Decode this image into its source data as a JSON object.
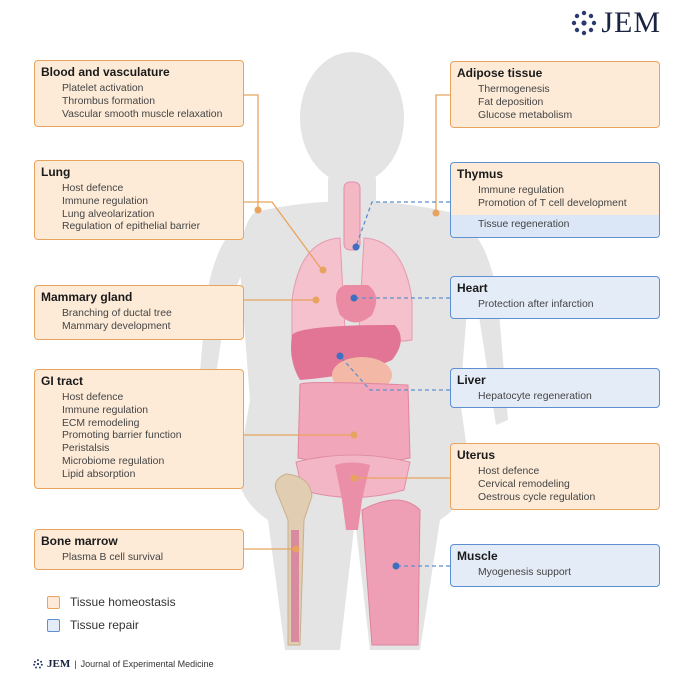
{
  "journal": {
    "logo_text": "JEM",
    "footer_logo": "JEM",
    "footer_name": "Journal of Experimental Medicine"
  },
  "boxes": {
    "blood": {
      "title": "Blood and vasculature",
      "items": [
        "Platelet activation",
        "Thrombus formation",
        "Vascular smooth muscle relaxation"
      ]
    },
    "lung": {
      "title": "Lung",
      "items": [
        "Host defence",
        "Immune regulation",
        "Lung alveolarization",
        "Regulation of epithelial barrier"
      ]
    },
    "mammary": {
      "title": "Mammary gland",
      "items": [
        "Branching of ductal tree",
        "Mammary development"
      ]
    },
    "gi": {
      "title": "GI tract",
      "items": [
        "Host defence",
        "Immune regulation",
        "ECM remodeling",
        "Promoting barrier function",
        "Peristalsis",
        "Microbiome regulation",
        "Lipid absorption"
      ]
    },
    "bone": {
      "title": "Bone marrow",
      "items": [
        "Plasma B cell survival"
      ]
    },
    "adipose": {
      "title": "Adipose tissue",
      "items": [
        "Thermogenesis",
        "Fat deposition",
        "Glucose metabolism"
      ]
    },
    "thymus": {
      "title": "Thymus",
      "items": [
        "Immune regulation",
        "Promotion of T cell development"
      ],
      "repair_item": "Tissue regeneration"
    },
    "heart": {
      "title": "Heart",
      "items": [
        "Protection after infarction"
      ]
    },
    "liver": {
      "title": "Liver",
      "items": [
        "Hepatocyte regeneration"
      ]
    },
    "uterus": {
      "title": "Uterus",
      "items": [
        "Host defence",
        "Cervical remodeling",
        "Oestrous cycle regulation"
      ]
    },
    "muscle": {
      "title": "Muscle",
      "items": [
        "Myogenesis support"
      ]
    }
  },
  "legend": {
    "homeostasis": "Tissue homeostasis",
    "repair": "Tissue repair"
  },
  "colors": {
    "homeostasis_fill": "#fdebd8",
    "homeostasis_border": "#e8a35f",
    "repair_fill": "#e4ecf8",
    "repair_border": "#5e8fd0",
    "body_silhouette": "#e3e3e3",
    "organ_pink": "#f2a9bd"
  }
}
